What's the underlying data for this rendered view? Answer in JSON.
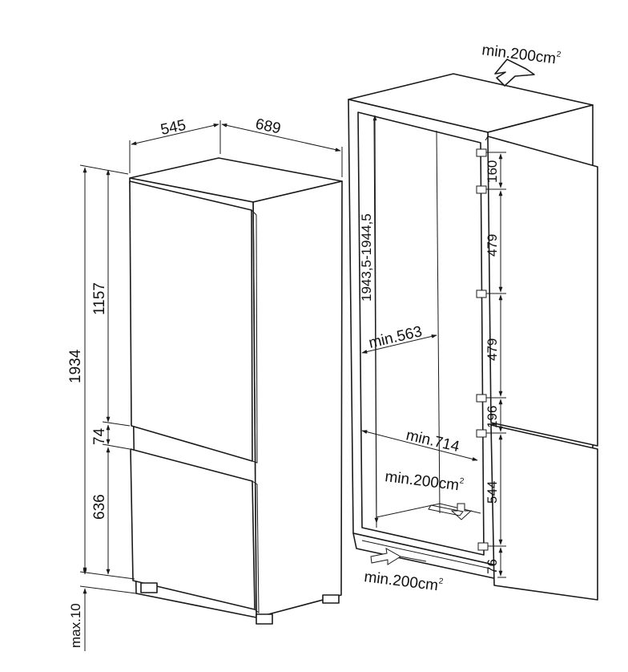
{
  "left_unit": {
    "depth": "545",
    "width": "689",
    "total_height": "1934",
    "upper_height": "1157",
    "gap": "74",
    "lower_height": "636",
    "feet": "max.10"
  },
  "niche": {
    "height_range": "1943,5-1944,5",
    "min_width": "min.563",
    "min_depth": "min.714",
    "vent_top": "min.200cm",
    "vent_mid": "min.200cm",
    "vent_bottom": "min.200cm",
    "vent_sup": "2",
    "hinge_spacing": [
      "160",
      "479",
      "479",
      "196",
      "544",
      "76"
    ]
  }
}
